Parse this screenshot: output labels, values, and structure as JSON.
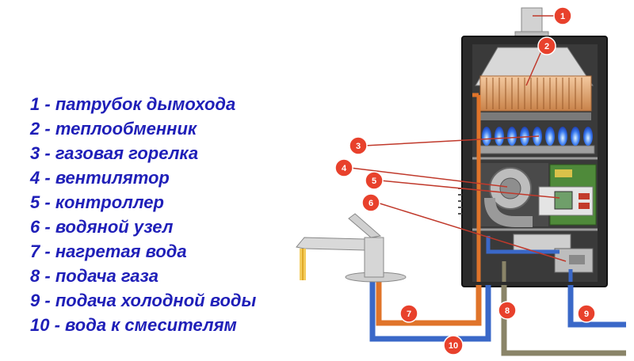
{
  "legend": {
    "items": [
      {
        "num": "1",
        "text": "патрубок дымохода"
      },
      {
        "num": "2",
        "text": "теплообменник"
      },
      {
        "num": "3",
        "text": "газовая горелка"
      },
      {
        "num": "4",
        "text": "вентилятор"
      },
      {
        "num": "5",
        "text": "контроллер"
      },
      {
        "num": "6",
        "text": "водяной узел"
      },
      {
        "num": "7",
        "text": "нагретая вода"
      },
      {
        "num": "8",
        "text": "подача газа"
      },
      {
        "num": "9",
        "text": "подача холодной воды"
      },
      {
        "num": "10",
        "text": "вода к смесителям"
      }
    ]
  },
  "callouts": [
    "1",
    "2",
    "3",
    "4",
    "5",
    "6",
    "7",
    "8",
    "9",
    "10"
  ],
  "colors": {
    "legend_text": "#1f1fb8",
    "callout_fill": "#e8412c",
    "hot_pipe": "#e0742a",
    "cold_pipe": "#3a68c8",
    "gas_pipe": "#8a8468",
    "boiler_body": "#2b2b2b"
  }
}
